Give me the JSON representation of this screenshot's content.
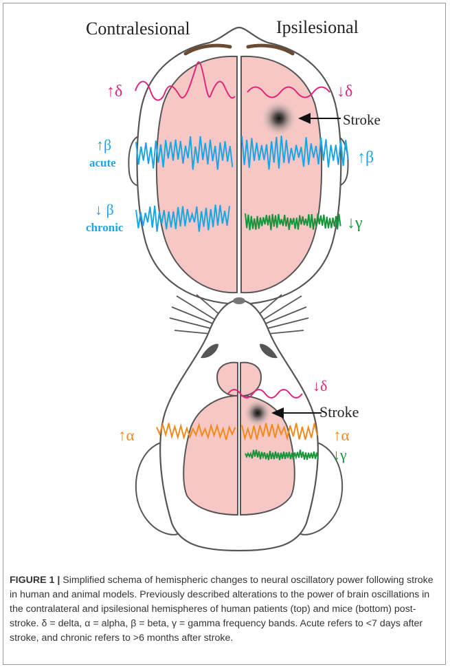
{
  "colors": {
    "magenta": "#e0267a",
    "cyan": "#19a6e6",
    "green": "#17943a",
    "orange": "#f08a1c",
    "pink": "#f6c7c4",
    "outline": "#555555",
    "stroke_marker": "#222222"
  },
  "human": {
    "left_title": "Contralesional",
    "right_title": "Ipsilesional",
    "left_delta": "↑δ",
    "right_delta": "↓δ",
    "left_beta_acute": "↑β",
    "acute_label": "acute",
    "left_beta_chronic": "↓ β",
    "chronic_label": "chronic",
    "right_beta": "↑β",
    "right_gamma": "↓γ",
    "stroke_label": "Stroke"
  },
  "mouse": {
    "right_delta": "↓δ",
    "stroke_label": "Stroke",
    "left_alpha": "↑α",
    "right_alpha": "↑α",
    "right_gamma": "↓γ"
  },
  "caption": {
    "label": "FIGURE 1 |",
    "text": " Simplified schema of hemispheric changes to neural oscillatory power following stroke in human and animal models. Previously described alterations to the power of brain oscillations in the contralateral and ipsilesional hemispheres of human patients (top) and mice (bottom) post-stroke. δ = delta, α = alpha, β = beta, γ = gamma frequency bands. Acute refers to <7 days after stroke, and chronic refers to >6 months after stroke."
  }
}
